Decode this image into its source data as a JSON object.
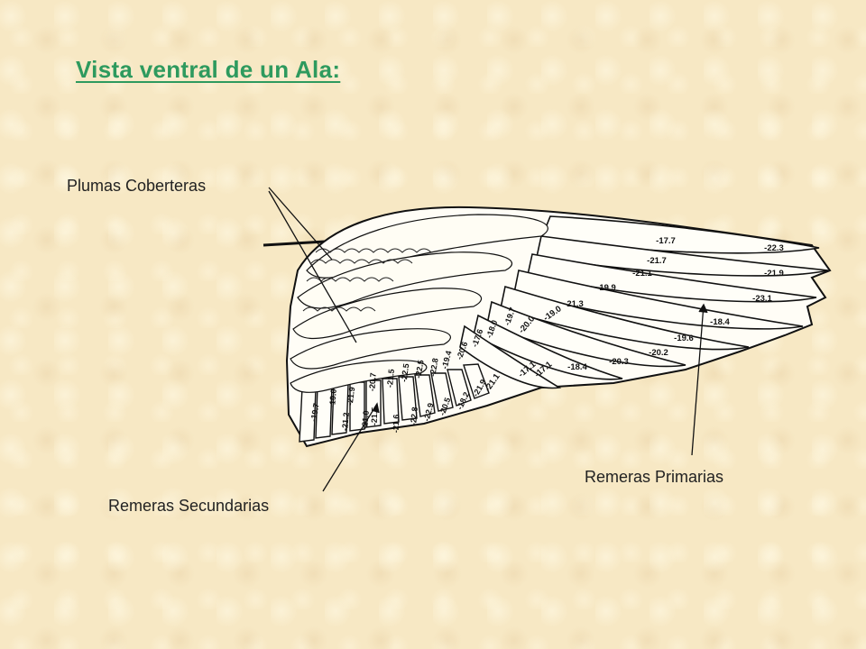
{
  "title": "Vista ventral de un Ala:",
  "labels": {
    "coverts": "Plumas Coberteras",
    "secondaries": "Remeras Secundarias",
    "primaries": "Remeras Primarias"
  },
  "primary_values": [
    "-17.7",
    "-22.3",
    "-21.7",
    "-21.9",
    "-21.1",
    "-19.9",
    "-23.1",
    "-21.3",
    "-18.4",
    "-19.0",
    "-19.6",
    "-20.0",
    "-20.2",
    "-20.3",
    "-18.4",
    "-17.1",
    "-17.1",
    "-21.1"
  ],
  "secondary_values": [
    "-19.7",
    "-18.0",
    "-17.6",
    "-20.6",
    "-19.4",
    "-22.8",
    "-22.5",
    "-22.5",
    "-21.5",
    "-20.7",
    "-21.9",
    "-19.0",
    "-19.7",
    "-21.2",
    "-21.0",
    "-21.5",
    "-21.6",
    "-22.8",
    "-22.9",
    "-20.5",
    "-18.2",
    "-21.9"
  ],
  "colors": {
    "title": "#2e9a5e",
    "background": "#f7e8c4",
    "ink": "#1a1a1a"
  }
}
